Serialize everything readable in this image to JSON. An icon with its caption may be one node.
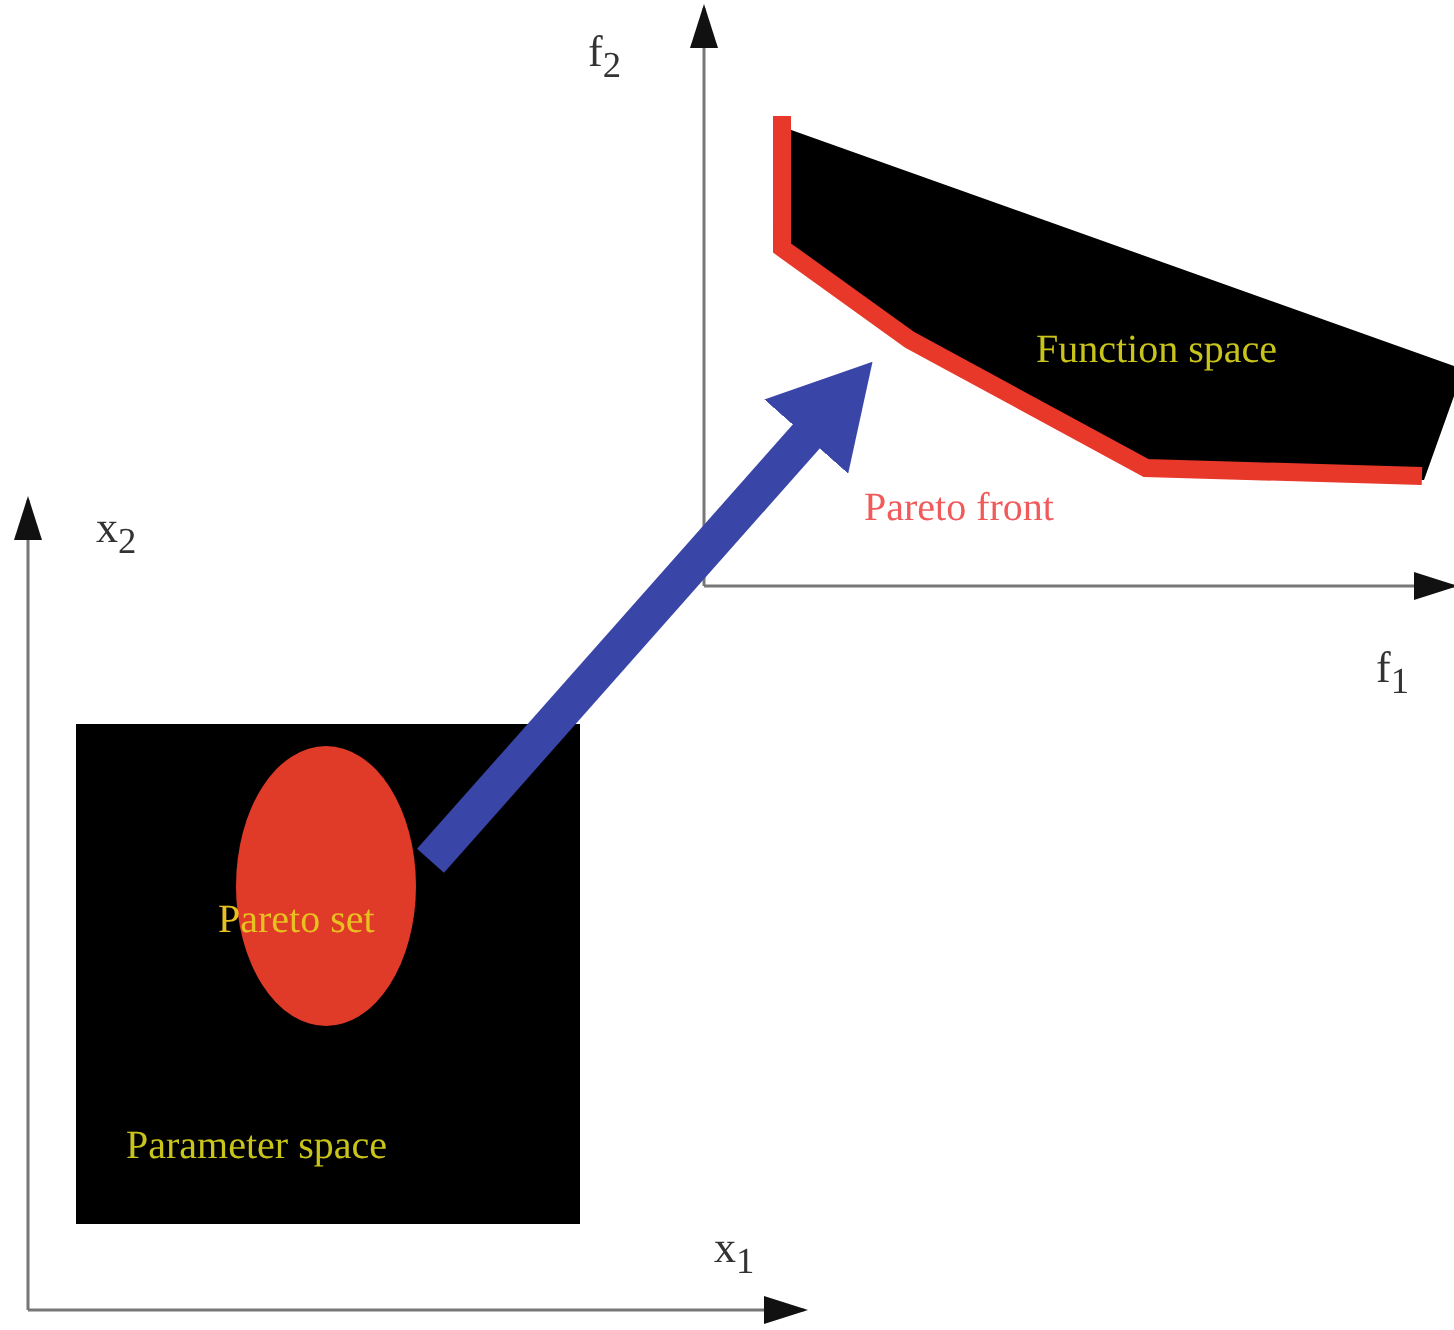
{
  "diagram": {
    "nodes": [
      {
        "text": [
          "Parameter space"
        ]
      },
      {
        "text": [
          "Pareto set"
        ],
        "in": 0
      },
      {
        "text": [
          "Function space"
        ]
      },
      {
        "text": [
          "Pareto front"
        ]
      }
    ],
    "edges": [
      {
        "from": 1,
        "to": 3,
        "arrow": "to",
        "color": "#3a45a8"
      }
    ],
    "labels": [
      "f$_{2}$",
      "x$_{2}$",
      "f$_{1}$",
      "x$_{1}$"
    ]
  }
}
